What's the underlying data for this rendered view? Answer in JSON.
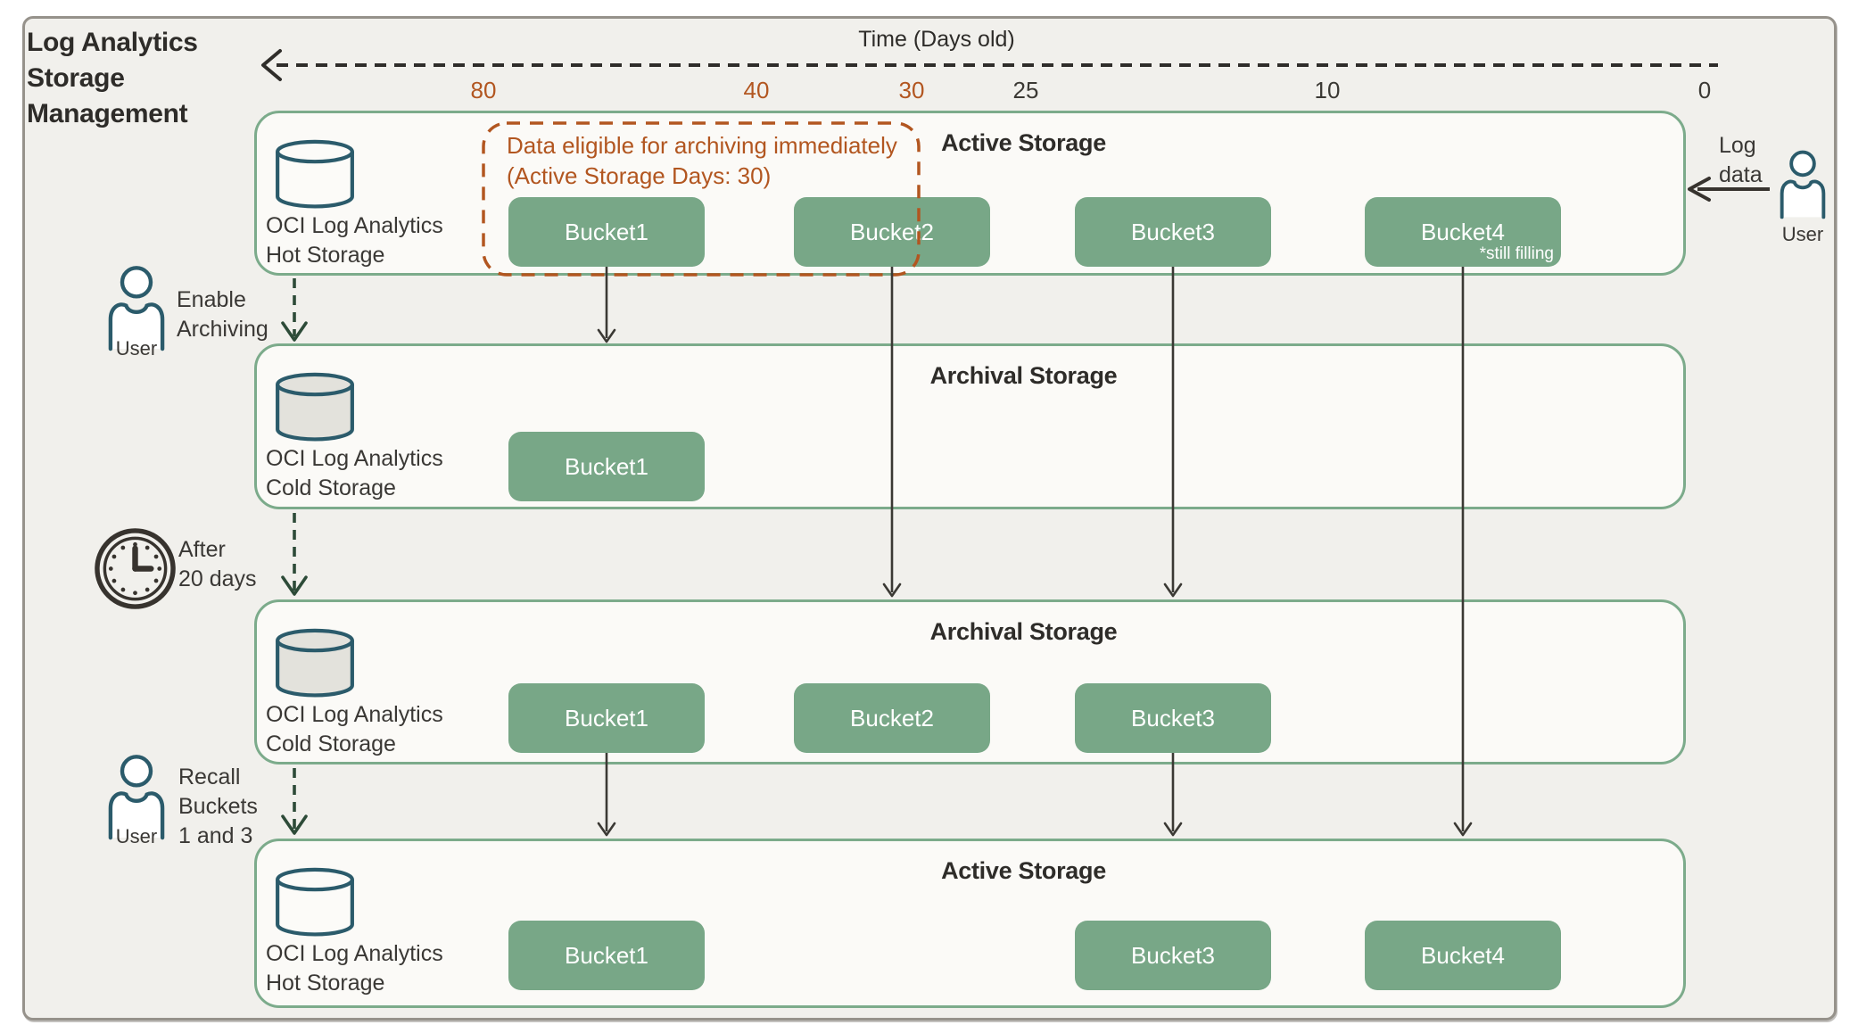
{
  "diagram_title": "Log Analytics Storage Management",
  "time_axis": {
    "label": "Time (Days old)",
    "ticks": [
      {
        "value": "80",
        "highlighted": true
      },
      {
        "value": "40",
        "highlighted": true
      },
      {
        "value": "30",
        "highlighted": true
      },
      {
        "value": "25",
        "highlighted": false
      },
      {
        "value": "10",
        "highlighted": false
      },
      {
        "value": "0",
        "highlighted": false
      }
    ]
  },
  "annotation": {
    "line1": "Data eligible for archiving immediately",
    "line2": "(Active Storage Days: 30)"
  },
  "rows": [
    {
      "title": "Active Storage",
      "storage": [
        "OCI Log Analytics",
        "Hot Storage"
      ],
      "type": "hot",
      "buckets": [
        {
          "label": "Bucket1",
          "col": 0
        },
        {
          "label": "Bucket2",
          "col": 1
        },
        {
          "label": "Bucket3",
          "col": 2
        },
        {
          "label": "Bucket4",
          "col": 3,
          "note": "*still filling"
        }
      ]
    },
    {
      "title": "Archival Storage",
      "storage": [
        "OCI Log Analytics",
        "Cold Storage"
      ],
      "type": "cold",
      "buckets": [
        {
          "label": "Bucket1",
          "col": 0
        }
      ]
    },
    {
      "title": "Archival Storage",
      "storage": [
        "OCI Log Analytics",
        "Cold Storage"
      ],
      "type": "cold",
      "buckets": [
        {
          "label": "Bucket1",
          "col": 0
        },
        {
          "label": "Bucket2",
          "col": 1
        },
        {
          "label": "Bucket3",
          "col": 2
        }
      ]
    },
    {
      "title": "Active Storage",
      "storage": [
        "OCI Log Analytics",
        "Hot Storage"
      ],
      "type": "hot",
      "buckets": [
        {
          "label": "Bucket1",
          "col": 0
        },
        {
          "label": "Bucket3",
          "col": 2
        },
        {
          "label": "Bucket4",
          "col": 3
        }
      ]
    }
  ],
  "side_annotations": {
    "enable_archiving": [
      "Enable",
      "Archiving"
    ],
    "after_20_days": [
      "After",
      "20 days"
    ],
    "recall_buckets": [
      "Recall",
      "Buckets",
      "1 and 3"
    ],
    "log_data": [
      "Log",
      "data"
    ],
    "user_label": "User"
  },
  "colors": {
    "bucket_green": "#78a787",
    "container_border_green": "#7cab8b",
    "container_fill": "#fbfaf7",
    "background": "#f1f0ec",
    "frame_border": "#96928b",
    "annotation_orange": "#b25620",
    "tick_highlight_orange": "#b25620",
    "icon_teal": "#2b5b6b",
    "arrow_dark": "#3b3934",
    "arrow_green": "#2d4b38"
  }
}
